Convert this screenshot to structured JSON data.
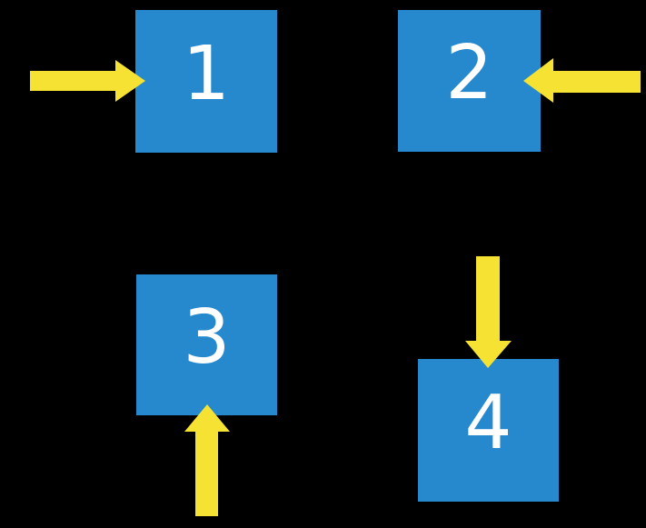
{
  "title": "Four numbered squares with directional arrows",
  "colors": {
    "background": "#000000",
    "square_blue": "#2689CE",
    "arrow_yellow": "#F5E233",
    "number_white": "#FFFFFF"
  },
  "squares": [
    {
      "label": "1",
      "arrow_direction": "right",
      "arrow_side": "left"
    },
    {
      "label": "2",
      "arrow_direction": "left",
      "arrow_side": "right"
    },
    {
      "label": "3",
      "arrow_direction": "up",
      "arrow_side": "bottom"
    },
    {
      "label": "4",
      "arrow_direction": "down",
      "arrow_side": "top"
    }
  ]
}
